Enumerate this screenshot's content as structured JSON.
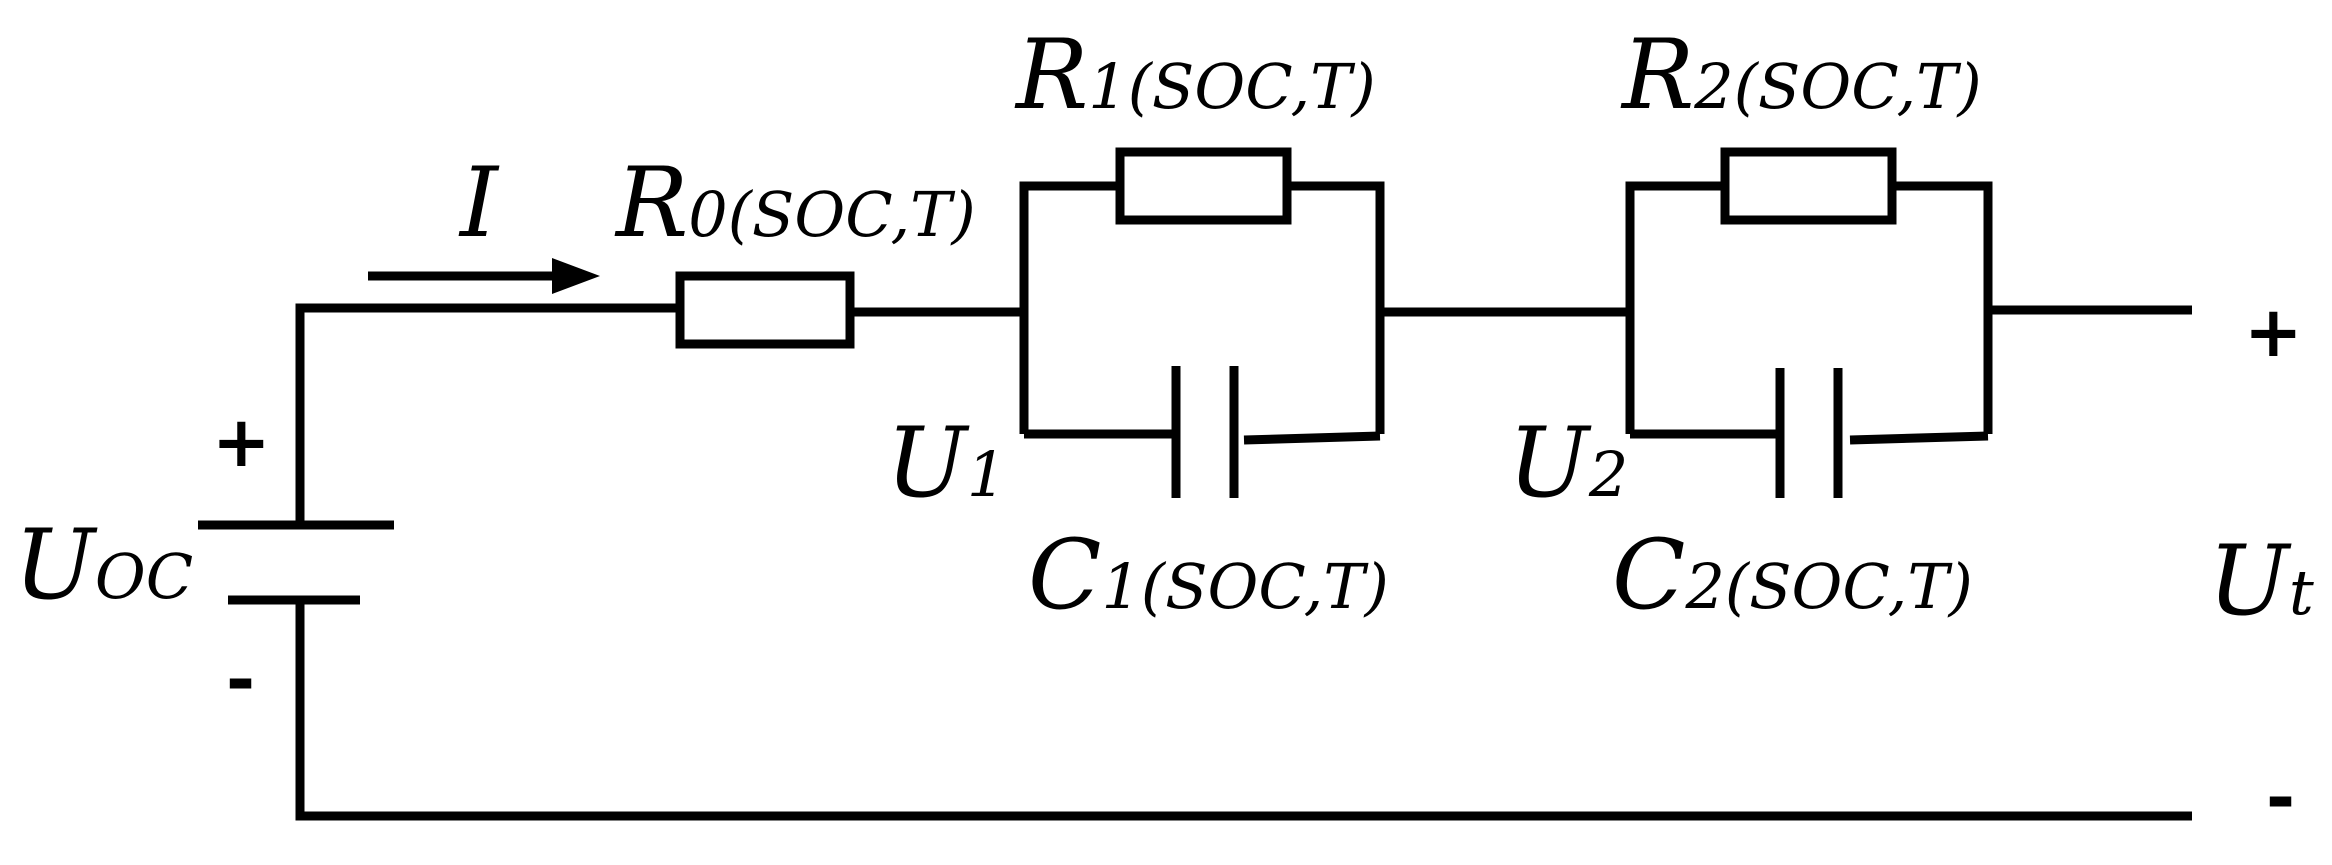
{
  "current": {
    "label": "I"
  },
  "source": {
    "main": "U",
    "sub": "OC",
    "plus": "+",
    "minus": "-"
  },
  "r0": {
    "main": "R",
    "sub": "0(SOC,T)"
  },
  "r1": {
    "main": "R",
    "sub": "1(SOC,T)"
  },
  "r2": {
    "main": "R",
    "sub": "2(SOC,T)"
  },
  "c1": {
    "main": "C",
    "sub": "1(SOC,T)"
  },
  "c2": {
    "main": "C",
    "sub": "2(SOC,T)"
  },
  "u1": {
    "main": "U",
    "sub": "1"
  },
  "u2": {
    "main": "U",
    "sub": "2"
  },
  "output": {
    "main": "U",
    "sub": "t",
    "plus": "+",
    "minus": "-"
  }
}
